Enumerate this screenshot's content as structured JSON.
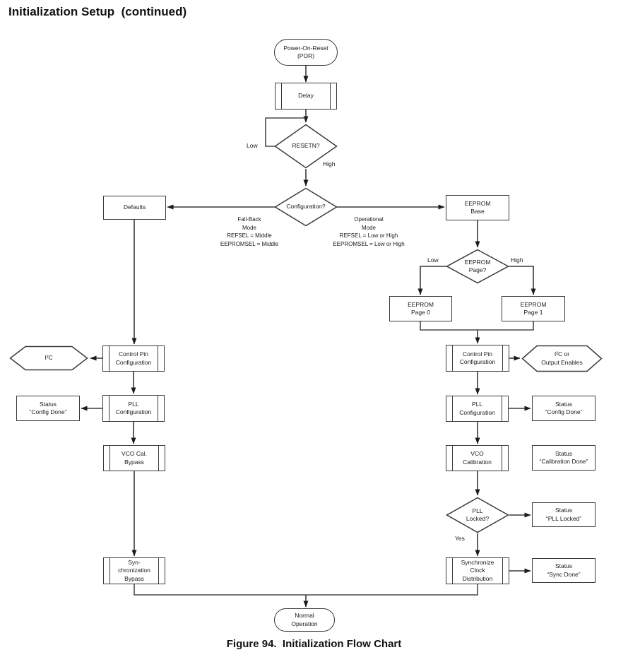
{
  "page": {
    "title": "Initialization Setup  (continued)",
    "caption": "Figure 94.  Initialization Flow Chart"
  },
  "colors": {
    "line": "#3a3a3a",
    "text": "#1a1a1a",
    "background": "#ffffff"
  },
  "flow": {
    "por": "Power-On-Reset\n(POR)",
    "delay": "Delay",
    "resetn": "RESETN?",
    "resetn_low": "Low",
    "resetn_high": "High",
    "configuration": "Configuration?",
    "defaults": "Defaults",
    "fallback_note": "Fall-Back\nMode\nREFSEL = Middle\nEEPROMSEL = Middle",
    "operational_note": "Operational\nMode\nREFSEL = Low or High\nEEPROMSEL = Low or High",
    "eeprom_base": "EEPROM\nBase",
    "eeprom_page": "EEPROM\nPage?",
    "eeprom_page_low": "Low",
    "eeprom_page_high": "High",
    "eeprom_page0": "EEPROM\nPage 0",
    "eeprom_page1": "EEPROM\nPage 1",
    "control_pin_config": "Control Pin\nConfiguration",
    "i2c": "I²C",
    "i2c_or_output_enables": "I²C or\nOutput Enables",
    "pll_configuration": "PLL\nConfiguration",
    "status_config_done": "Status\n“Config Done”",
    "vco_cal_bypass": "VCO Cal.\nBypass",
    "sync_bypass": "Syn-\nchronization\nBypass",
    "vco_calibration": "VCO\nCalibration",
    "status_calibration_done": "Status\n“Calibration Done”",
    "pll_locked": "PLL\nLocked?",
    "pll_locked_yes": "Yes",
    "status_pll_locked": "Status\n“PLL Locked”",
    "sync_clock_distribution": "Synchronize\nClock\nDistribution",
    "status_sync_done": "Status\n“Sync Done”",
    "normal_operation": "Normal\nOperation"
  }
}
